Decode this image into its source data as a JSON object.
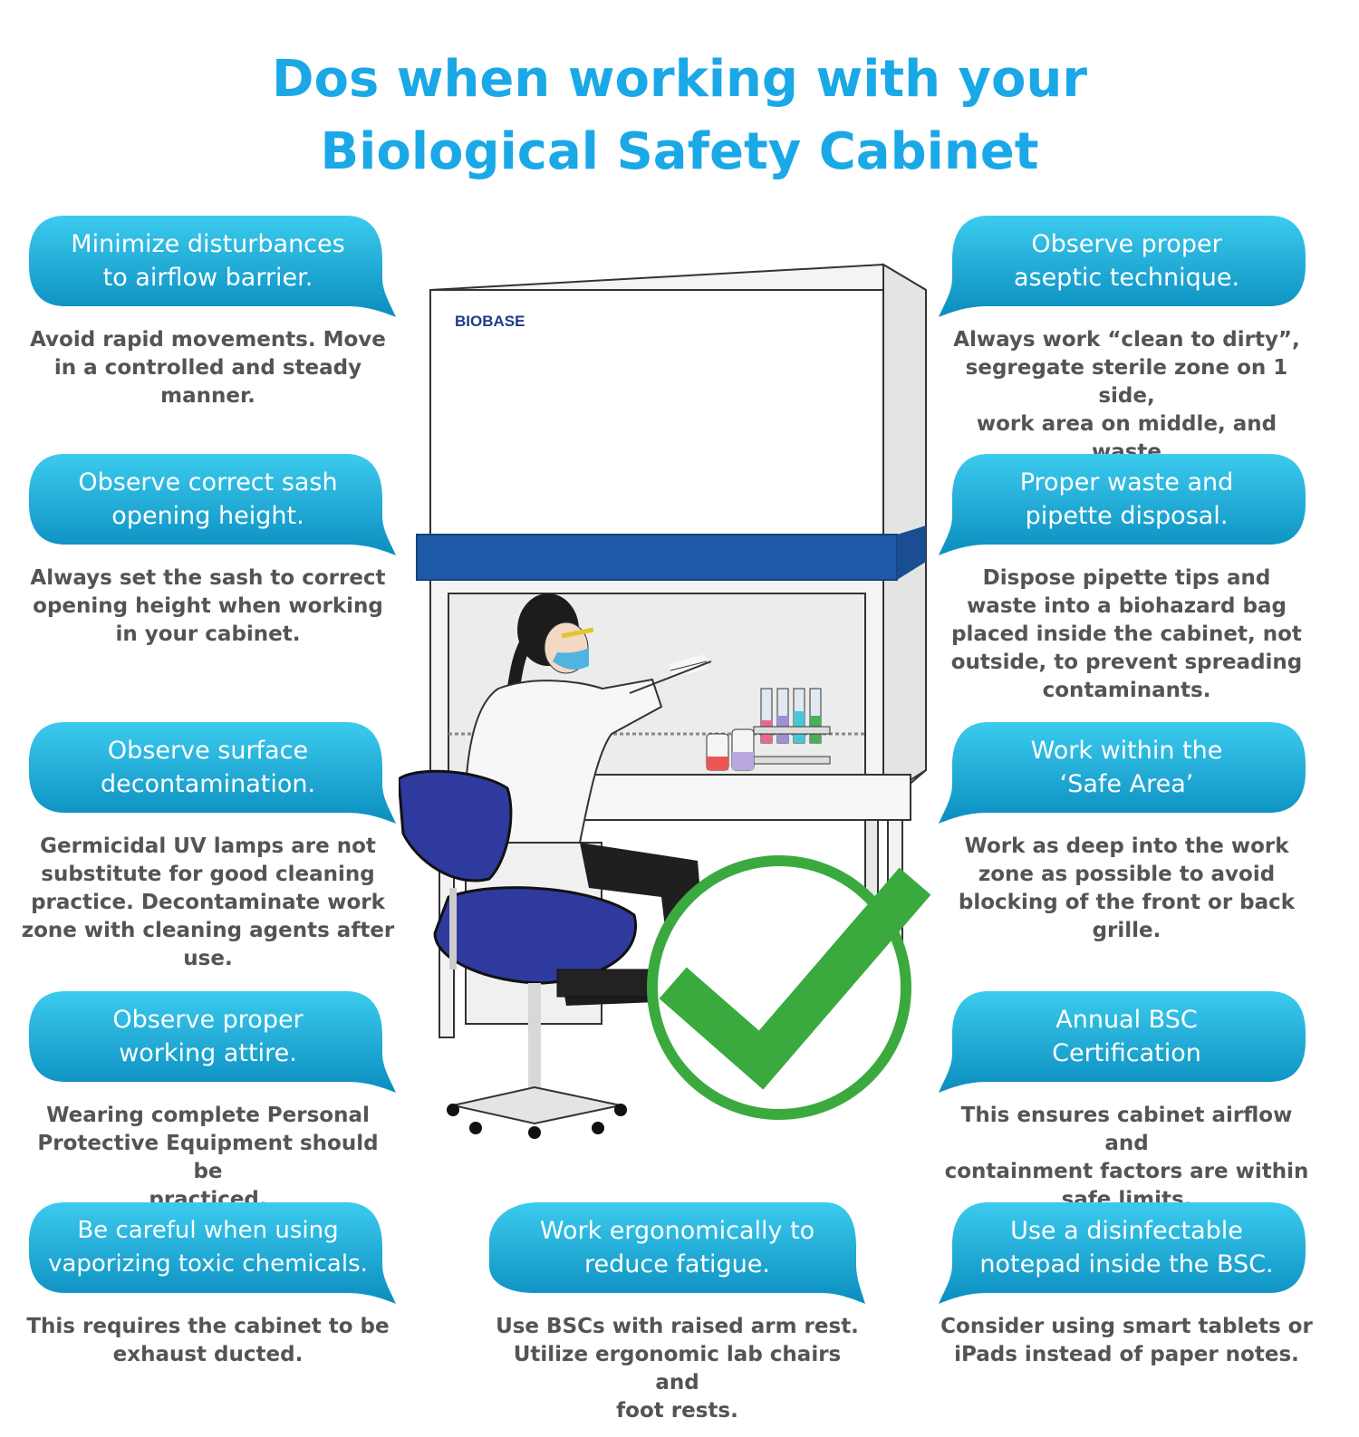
{
  "title": {
    "line1": "Dos when working with your",
    "line2": "Biological Safety Cabinet"
  },
  "colors": {
    "title": "#1aa8e6",
    "banner_light": "#2cc0e8",
    "banner_dark": "#0b8fc0",
    "body_text": "#545454",
    "check_green": "#3aaa3f",
    "sash_blue": "#1f5aa8",
    "chair_blue": "#2e3a9e"
  },
  "brand": "BIOBASE",
  "tips": {
    "left": [
      {
        "heading": "Minimize disturbances\nto airflow barrier.",
        "text": "Avoid rapid movements. Move\nin a controlled and steady\nmanner."
      },
      {
        "heading": "Observe correct sash\nopening height.",
        "text": "Always set the sash to correct\nopening height when working\nin your cabinet."
      },
      {
        "heading": "Observe surface\ndecontamination.",
        "text": "Germicidal UV lamps are not\nsubstitute for good cleaning\npractice. Decontaminate work\nzone with cleaning agents after\nuse."
      },
      {
        "heading": "Observe proper\nworking attire.",
        "text": "Wearing complete Personal\nProtective Equipment should be\npracticed."
      },
      {
        "heading": "Be careful when using\nvaporizing toxic chemicals.",
        "text": "This requires the cabinet to be\nexhaust ducted."
      }
    ],
    "right": [
      {
        "heading": "Observe proper\naseptic technique.",
        "text": "Always work “clean to dirty”,\nsegregate sterile zone on 1 side,\nwork area on middle, and waste\nbin on opposite side."
      },
      {
        "heading": "Proper waste and\npipette disposal.",
        "text": "Dispose pipette tips and\nwaste into a biohazard bag\nplaced inside the cabinet, not\noutside, to prevent spreading\ncontaminants."
      },
      {
        "heading": "Work within the\n‘Safe Area’",
        "text": "Work as deep into the work\nzone as possible to avoid\nblocking of the front or back\ngrille."
      },
      {
        "heading": "Annual BSC\nCertification",
        "text": "This ensures cabinet airflow and\ncontainment factors are within\nsafe limits."
      },
      {
        "heading": "Use a disinfectable\nnotepad inside the BSC.",
        "text": "Consider using smart tablets or\niPads instead of paper notes."
      }
    ],
    "center": {
      "heading": "Work ergonomically to\nreduce fatigue.",
      "text": "Use BSCs with raised arm rest.\nUtilize ergonomic lab chairs and\nfoot rests."
    }
  }
}
